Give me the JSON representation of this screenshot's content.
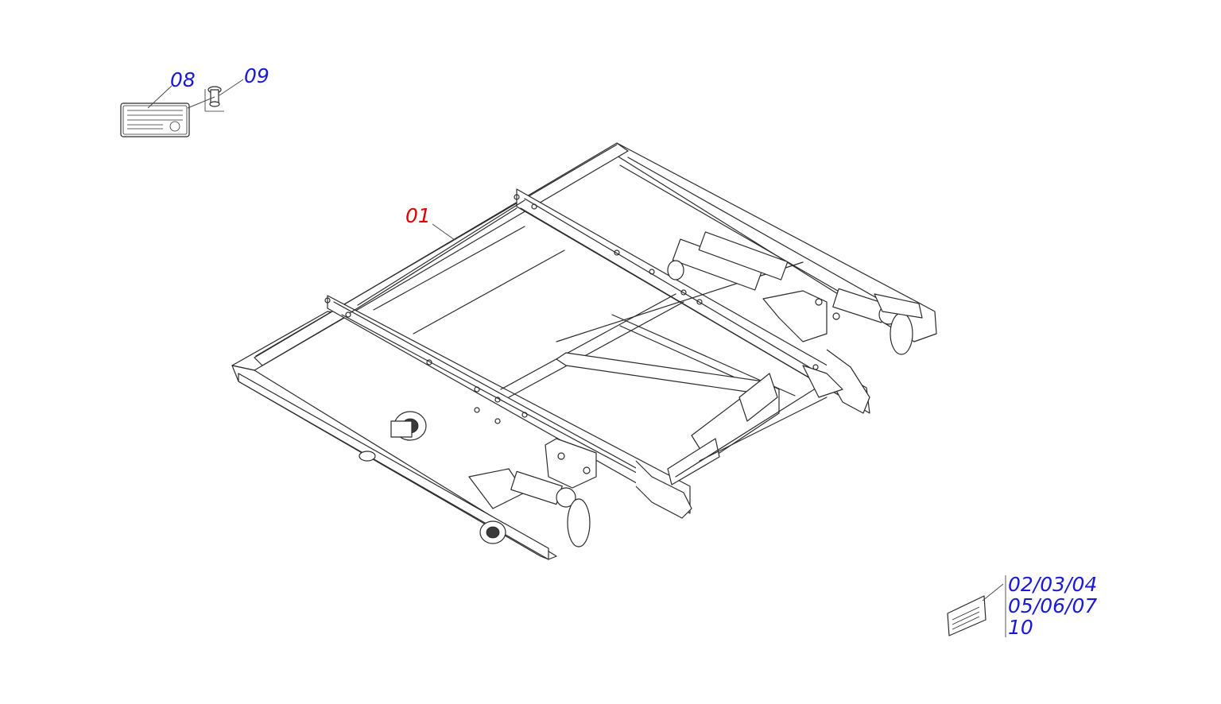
{
  "callouts": {
    "part_01": "01",
    "part_08": "08",
    "part_09": "09",
    "parts_group": [
      "02/03/04",
      "05/06/07",
      "10"
    ]
  },
  "colors": {
    "main_part": "#e00000",
    "sub_part": "#1a1ad6"
  }
}
